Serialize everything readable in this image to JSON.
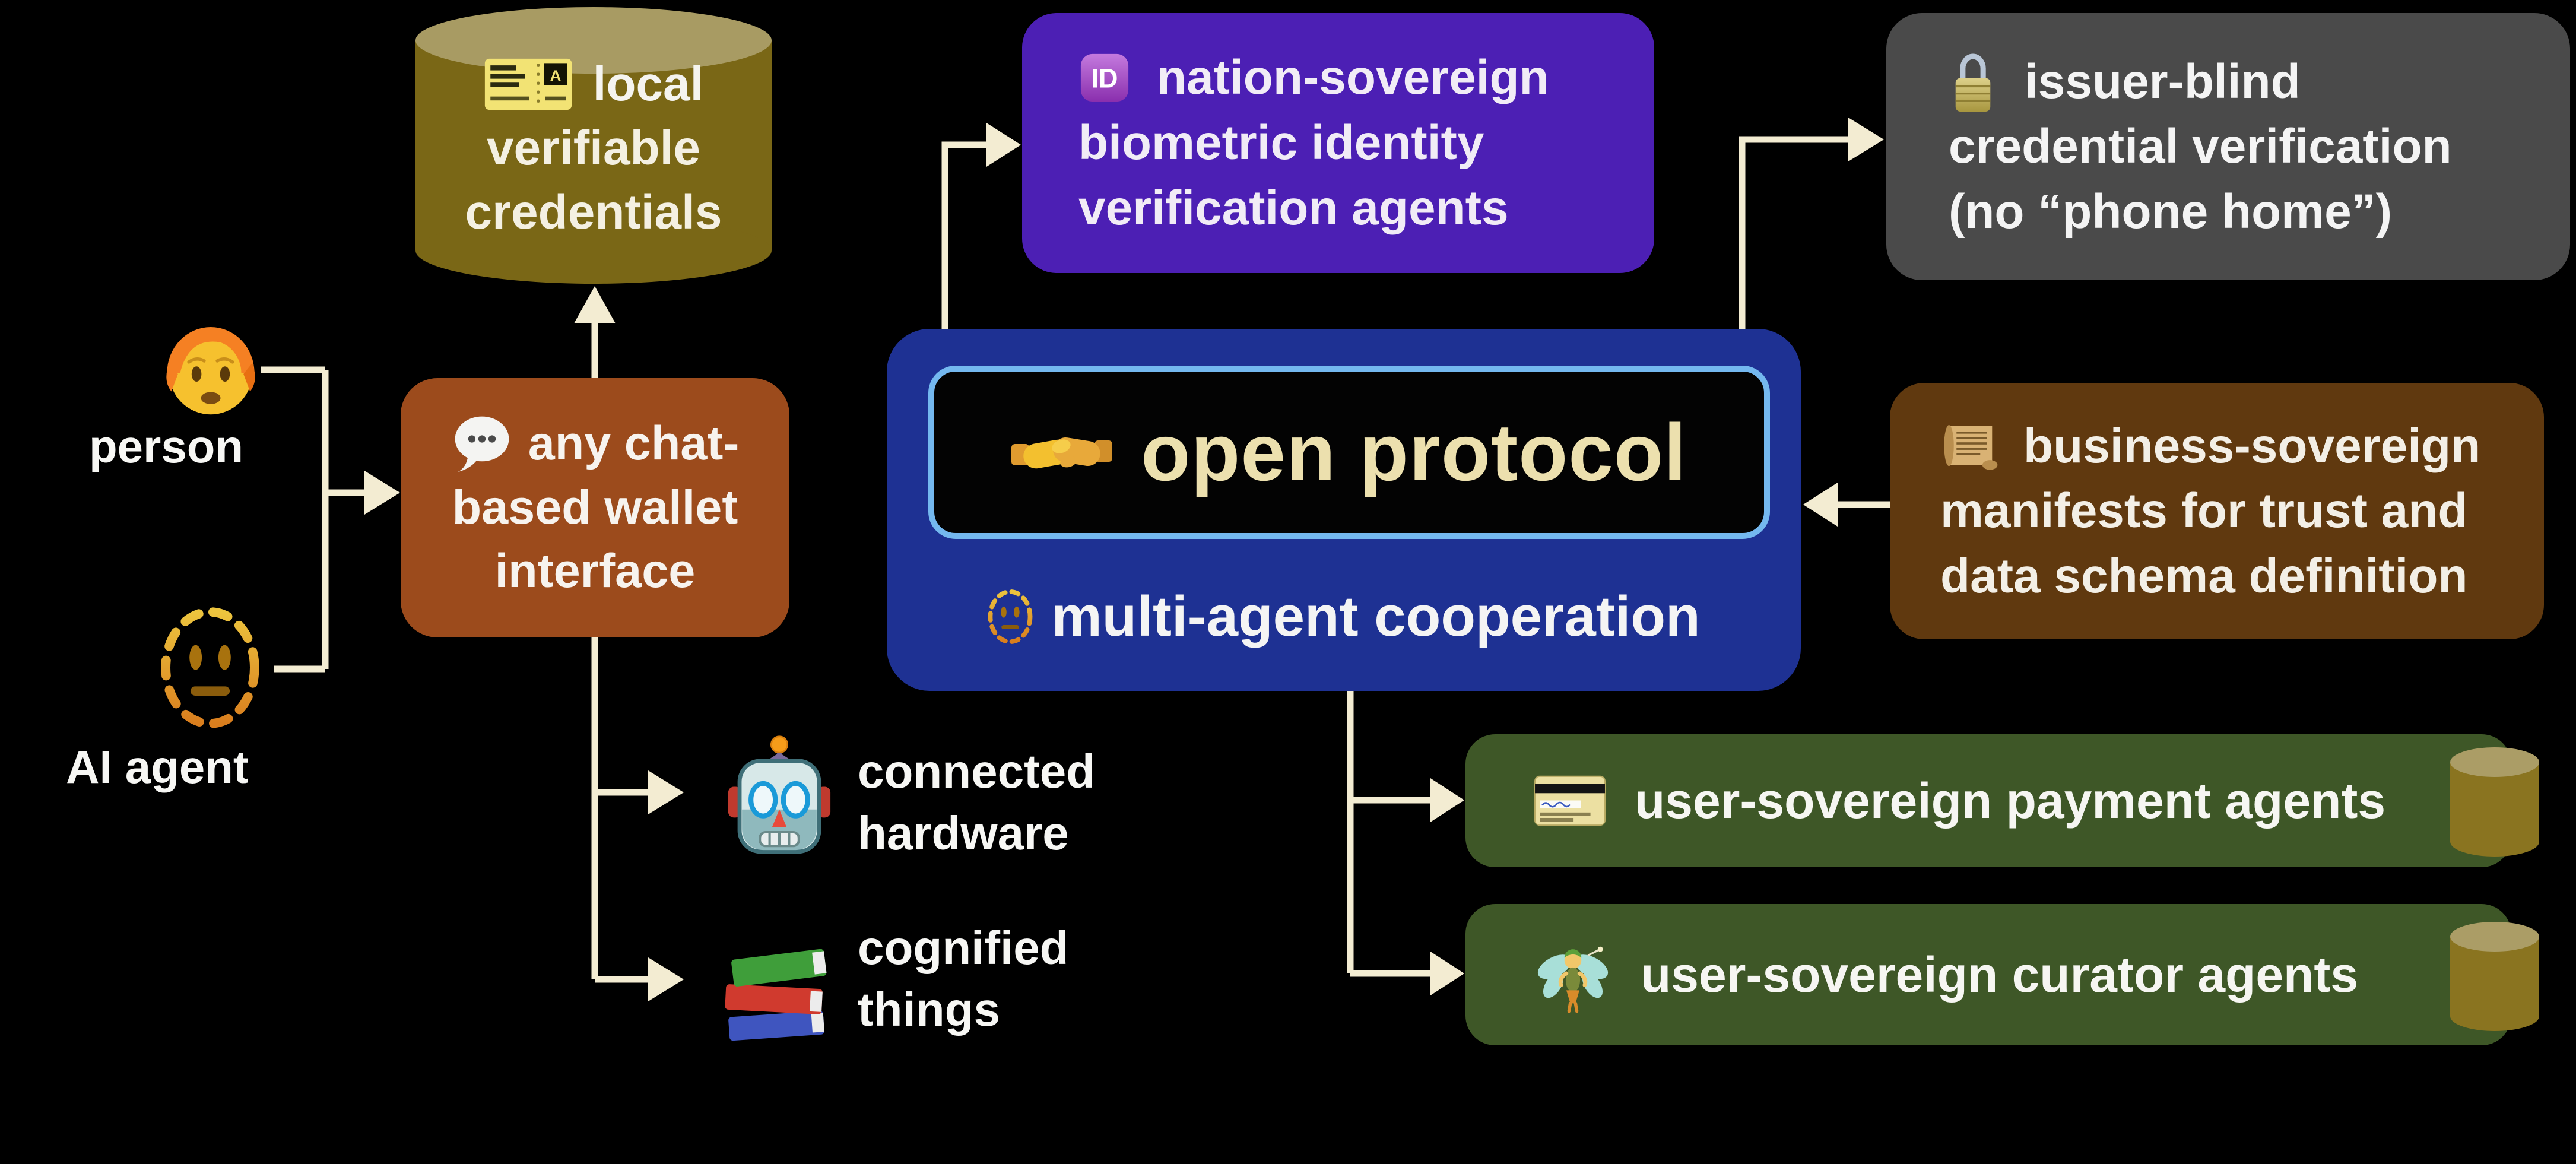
{
  "diagram": {
    "left_actors": {
      "person": {
        "label": "person",
        "icon": "person-emoji-icon"
      },
      "ai_agent": {
        "label": "AI agent",
        "icon": "dotted-face-icon"
      }
    },
    "credentials_store": {
      "icon": "ticket-icon",
      "lines": [
        "local",
        "verifiable",
        "credentials"
      ]
    },
    "wallet": {
      "icon": "speech-balloon-icon",
      "lines": [
        "any chat-",
        "based wallet",
        "interface"
      ]
    },
    "identity_agents": {
      "icon": "id-icon",
      "lines": [
        "nation-sovereign",
        "biometric identity",
        "verification agents"
      ]
    },
    "protocol": {
      "icon": "handshake-icon",
      "title": "open protocol",
      "subtitle_icon": "dotted-face-icon",
      "subtitle": "multi-agent cooperation"
    },
    "issuer_blind": {
      "icon": "lock-icon",
      "lines": [
        "issuer-blind",
        "credential verification",
        "(no “phone home”)"
      ]
    },
    "manifests": {
      "icon": "scroll-icon",
      "lines": [
        "business-sovereign",
        "manifests for trust and",
        "data schema definition"
      ]
    },
    "payment_agents": {
      "icon": "credit-card-icon",
      "label": "user-sovereign payment agents"
    },
    "curator_agents": {
      "icon": "fairy-icon",
      "label": "user-sovereign curator agents"
    },
    "connected_hardware": {
      "icon": "robot-icon",
      "lines": [
        "connected",
        "hardware"
      ]
    },
    "cognified_things": {
      "icon": "books-icon",
      "lines": [
        "cognified",
        "things"
      ]
    }
  },
  "colors": {
    "background": "#000000",
    "connector": "#f3ecd2",
    "credentials_cylinder_body": "#7a6716",
    "credentials_cylinder_top": "#a89b63",
    "wallet_box": "#9c4b1c",
    "identity_box": "#4c1fb4",
    "protocol_box": "#1e3193",
    "protocol_inner_background": "#030303",
    "protocol_inner_border": "#74b8ef",
    "protocol_title_text": "#ece0ae",
    "verification_box": "#4a4a4a",
    "manifests_box": "#60390f",
    "agent_boxes": "#3e5727",
    "mini_cylinder_body": "#8a7420",
    "mini_cylinder_top": "#ab9d66",
    "text": "#f5f4ef"
  }
}
